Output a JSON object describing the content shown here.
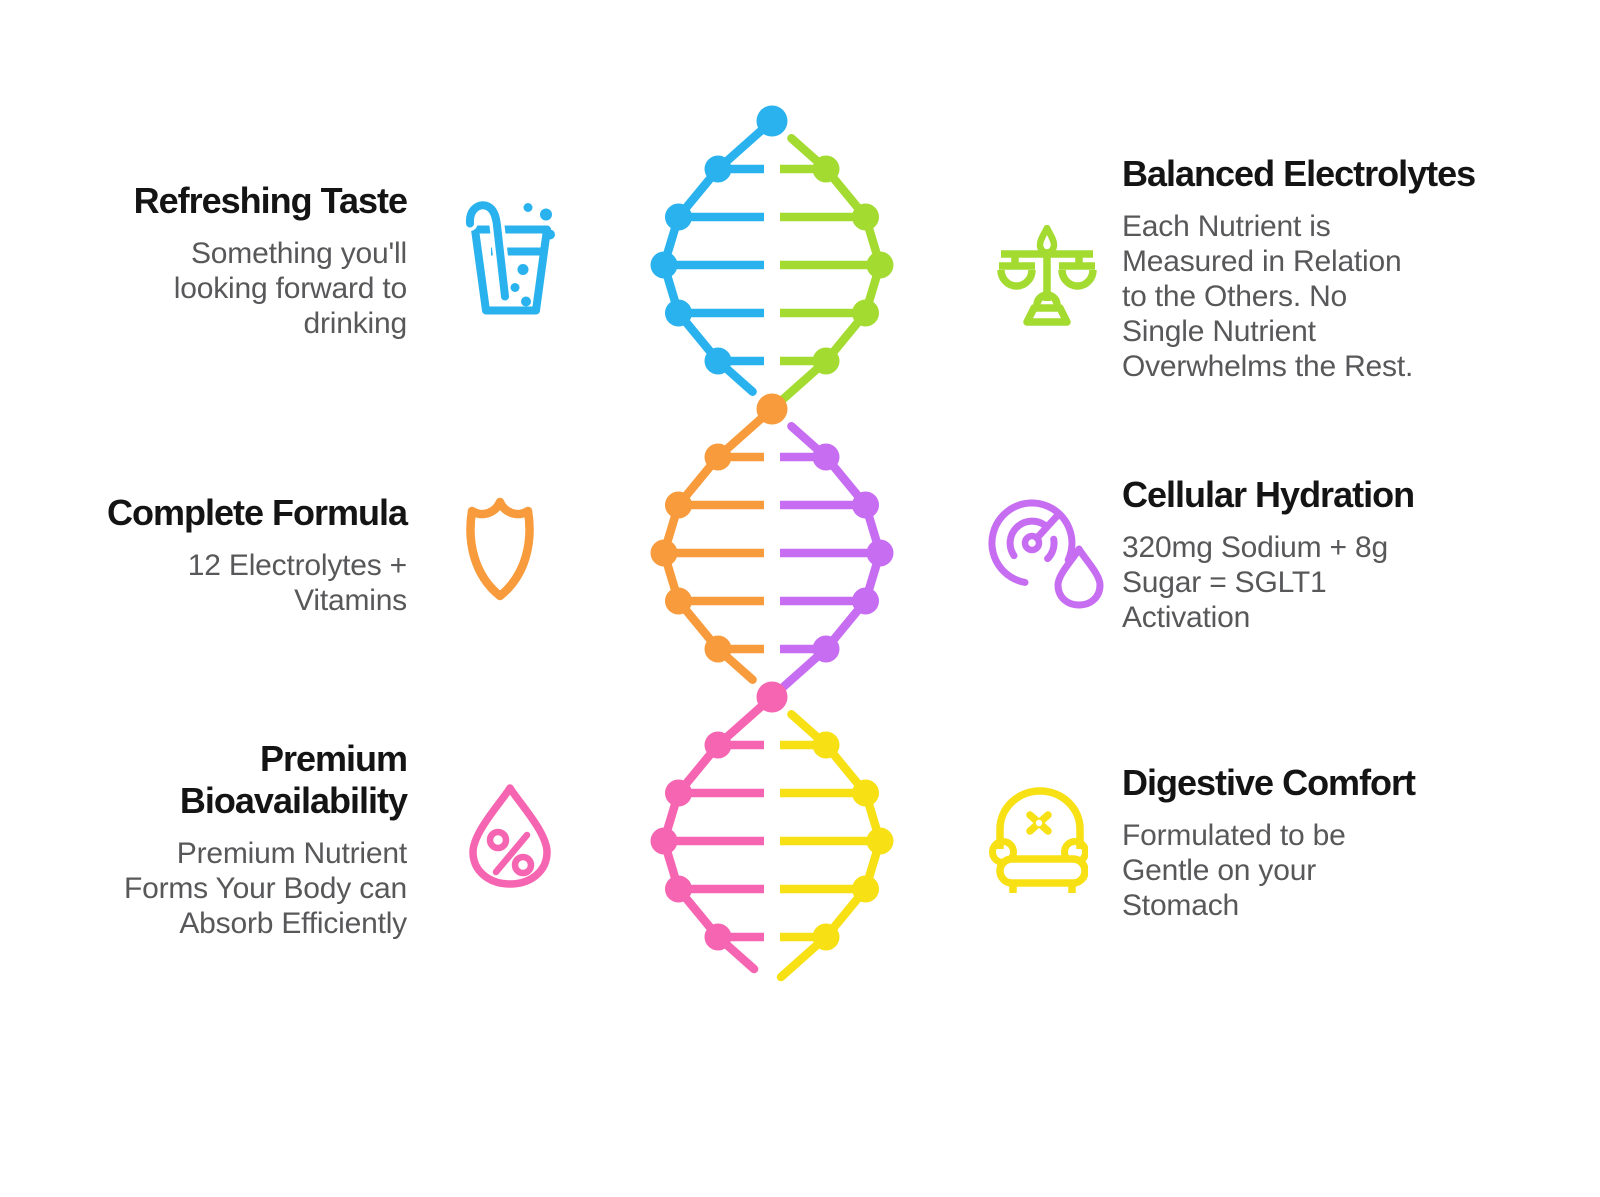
{
  "palette": {
    "blue": "#29B2EE",
    "green": "#A4DB30",
    "orange": "#F89B3C",
    "purple": "#C76DF2",
    "pink": "#F565B1",
    "yellow": "#F7E013",
    "title_text": "#141414",
    "body_text": "#58585A",
    "background": "#FFFFFF"
  },
  "features": {
    "left": [
      {
        "title": "Refreshing Taste",
        "description": "Something you'll\nlooking forward to\ndrinking",
        "icon": "drink-glass-icon",
        "color": "blue"
      },
      {
        "title": "Complete Formula",
        "description": "12 Electrolytes +\nVitamins",
        "icon": "shield-icon",
        "color": "orange"
      },
      {
        "title": "Premium\nBioavailability",
        "description": "Premium Nutrient\nForms Your Body can\nAbsorb Efficiently",
        "icon": "percent-droplet-icon",
        "color": "pink"
      }
    ],
    "right": [
      {
        "title": "Balanced Electrolytes",
        "description": "Each Nutrient is\nMeasured in Relation\nto the Others. No\nSingle Nutrient\nOverwhelms the Rest.",
        "icon": "balance-scale-icon",
        "color": "green"
      },
      {
        "title": "Cellular Hydration",
        "description": "320mg Sodium + 8g\nSugar = SGLT1\nActivation",
        "icon": "gauge-droplet-icon",
        "color": "purple"
      },
      {
        "title": "Digestive Comfort",
        "description": "Formulated to be\nGentle on your\nStomach",
        "icon": "armchair-icon",
        "color": "yellow"
      }
    ]
  },
  "helix": {
    "segments": [
      {
        "left_color": "blue",
        "right_color": "green"
      },
      {
        "left_color": "orange",
        "right_color": "purple"
      },
      {
        "left_color": "pink",
        "right_color": "yellow"
      }
    ],
    "rungs_per_segment": 5
  }
}
